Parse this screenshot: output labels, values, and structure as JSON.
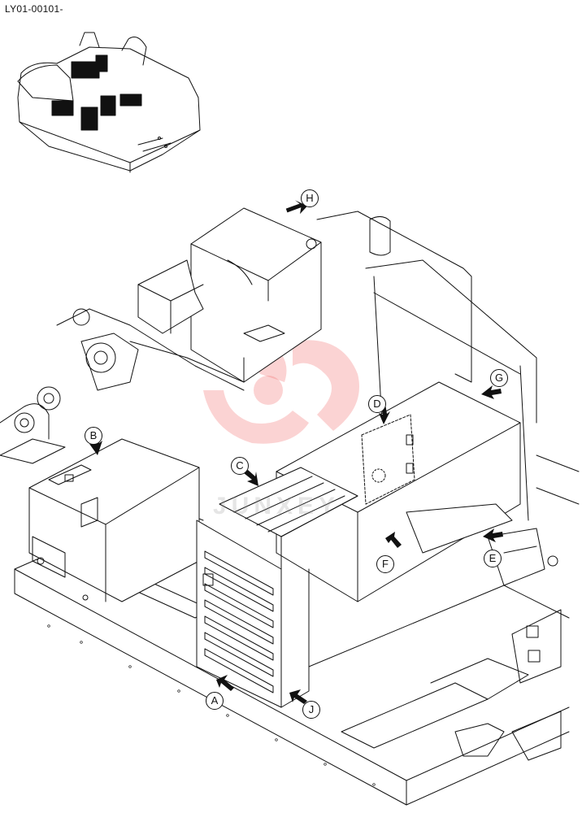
{
  "document_code": "LY01-00101-",
  "watermark_text": "JUNXEY",
  "watermark_color": "#f06060",
  "callouts": [
    {
      "id": "callout-a",
      "label": "A"
    },
    {
      "id": "callout-b",
      "label": "B"
    },
    {
      "id": "callout-c",
      "label": "C"
    },
    {
      "id": "callout-d",
      "label": "D"
    },
    {
      "id": "callout-e",
      "label": "E"
    },
    {
      "id": "callout-f",
      "label": "F"
    },
    {
      "id": "callout-g",
      "label": "G"
    },
    {
      "id": "callout-h",
      "label": "H"
    },
    {
      "id": "callout-j",
      "label": "J"
    }
  ]
}
